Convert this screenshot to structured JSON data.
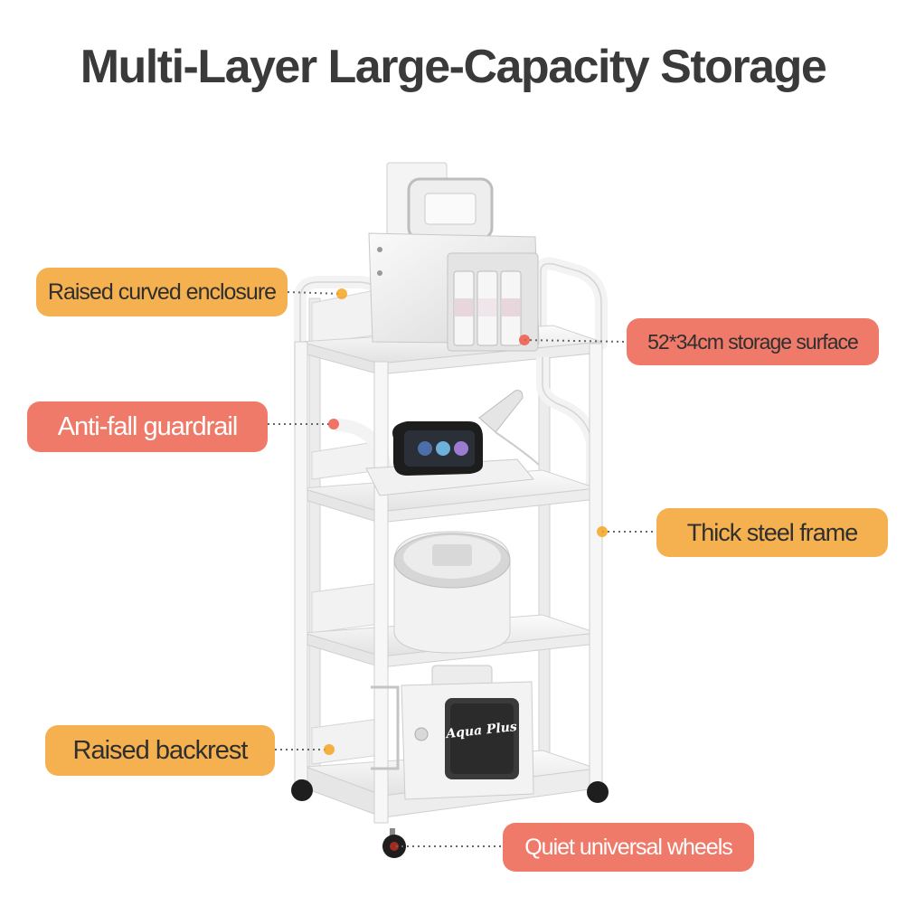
{
  "title": "Multi-Layer Large-Capacity Storage",
  "colors": {
    "orange_label": "#f5b04f",
    "red_label": "#ef7a6a",
    "frame": "#f3f3f3",
    "dot_orange": "#f5a623",
    "dot_red": "#ee5a4a"
  },
  "labels": {
    "raised_enclosure": "Raised curved enclosure",
    "storage_surface": "52*34cm storage surface",
    "guardrail": "Anti-fall guardrail",
    "steel_frame": "Thick steel frame",
    "backrest": "Raised backrest",
    "wheels": "Quiet universal wheels"
  },
  "device_text": {
    "aqua_brand": "Aqua Plus"
  }
}
